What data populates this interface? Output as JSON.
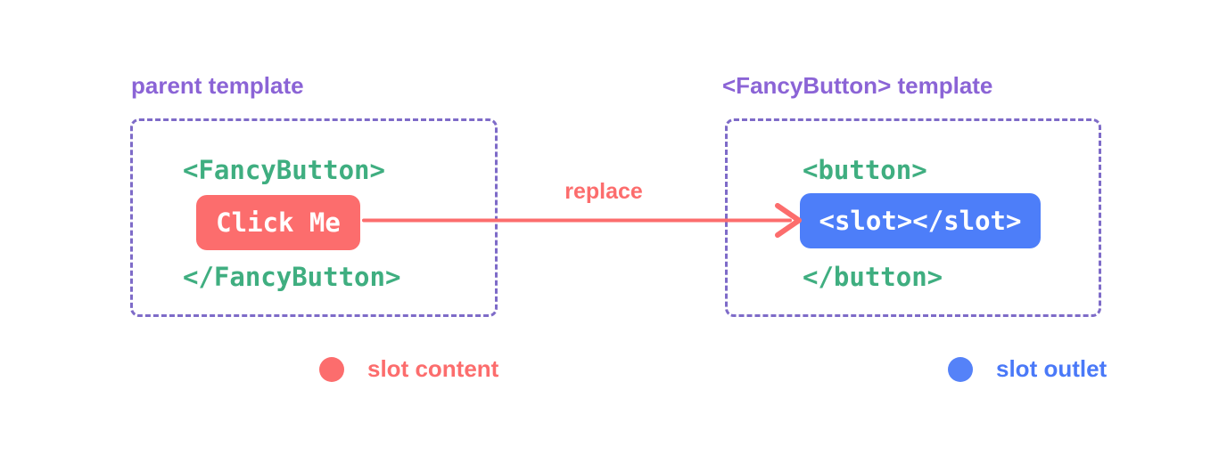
{
  "left": {
    "title": "parent template",
    "code_open": "<FancyButton>",
    "button_label": "Click Me",
    "code_close": "</FancyButton>"
  },
  "arrow": {
    "label": "replace"
  },
  "right": {
    "title": "<FancyButton> template",
    "code_open": "<button>",
    "slot_label": "<slot></slot>",
    "code_close": "</button>"
  },
  "legend": [
    {
      "label": "slot content",
      "color": "#fc6d6d"
    },
    {
      "label": "slot outlet",
      "color": "#4d7ef9"
    }
  ],
  "colors": {
    "purple_title": "#8b64d6",
    "purple_border": "#7e6bc8",
    "code_green": "#3fae80",
    "slot_content_red": "#fc6d6d",
    "slot_outlet_blue": "#4d7ef9",
    "chip_text_white": "#ffffff",
    "background": "#ffffff"
  }
}
